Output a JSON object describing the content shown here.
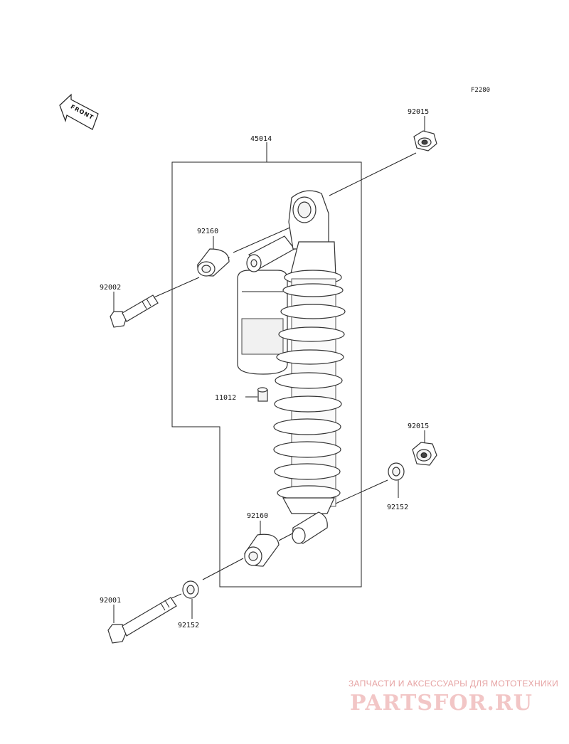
{
  "figure_code": "F2280",
  "front_label": "FRONT",
  "parts": {
    "shock_absorber": "45014",
    "nut_top": "92015",
    "nut_bottom": "92015",
    "collar_upper": "92160",
    "collar_lower": "92160",
    "bolt_upper": "92002",
    "bolt_lower": "92001",
    "cap": "11012",
    "washer_right": "92152",
    "washer_left": "92152"
  },
  "watermark": {
    "subtitle": "ЗАПЧАСТИ И АКСЕССУАРЫ ДЛЯ МОТОТЕХНИКИ",
    "brand": "PARTSFOR.RU"
  }
}
